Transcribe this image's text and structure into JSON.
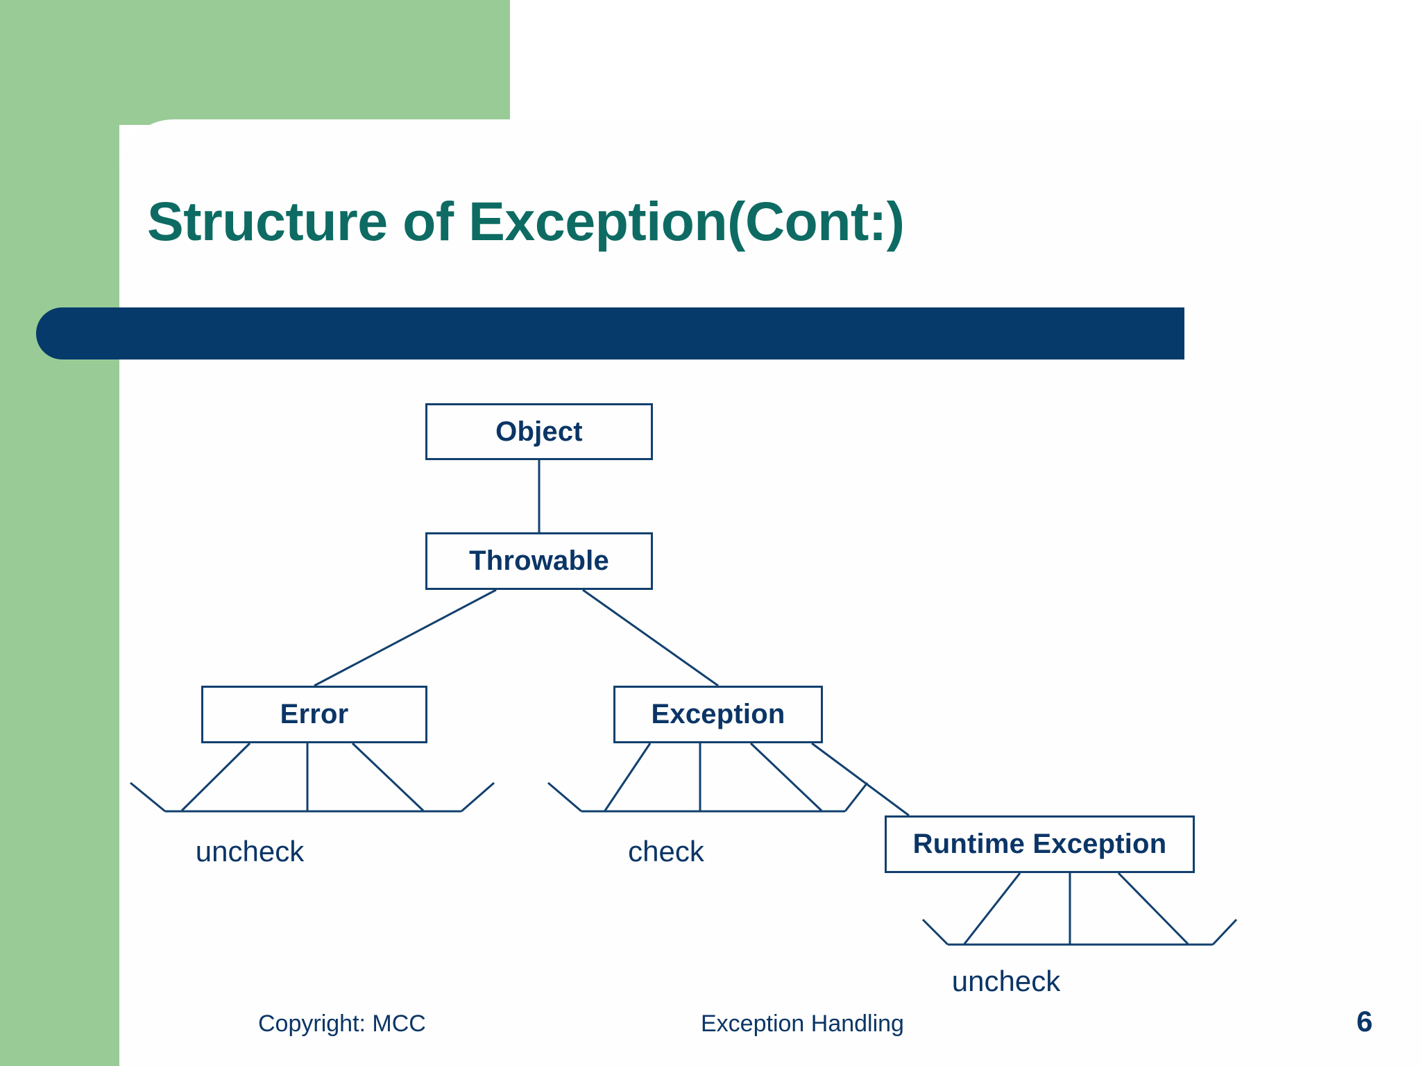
{
  "slide": {
    "title": "Structure of Exception(Cont:)",
    "page_number": "6",
    "colors": {
      "accent_green": "#99cb96",
      "title_teal": "#0d6b63",
      "bar_navy": "#063a6b",
      "diagram_navy": "#12406e",
      "text_navy": "#0b3566",
      "background": "#ffffff"
    }
  },
  "diagram": {
    "type": "class-hierarchy-tree",
    "nodes": [
      {
        "id": "object",
        "label": "Object"
      },
      {
        "id": "throwable",
        "label": "Throwable"
      },
      {
        "id": "error",
        "label": "Error"
      },
      {
        "id": "exception",
        "label": "Exception"
      },
      {
        "id": "runtime",
        "label": "Runtime Exception"
      }
    ],
    "leaf_labels": [
      {
        "id": "uncheck-error",
        "label": "uncheck",
        "parent": "error"
      },
      {
        "id": "check-exception",
        "label": "check",
        "parent": "exception"
      },
      {
        "id": "uncheck-runtime",
        "label": "uncheck",
        "parent": "runtime"
      }
    ],
    "edges": [
      {
        "from": "object",
        "to": "throwable"
      },
      {
        "from": "throwable",
        "to": "error"
      },
      {
        "from": "throwable",
        "to": "exception"
      },
      {
        "from": "exception",
        "to": "runtime"
      }
    ]
  },
  "footer": {
    "copyright": "Copyright: MCC",
    "center": "Exception Handling",
    "page": "6"
  }
}
